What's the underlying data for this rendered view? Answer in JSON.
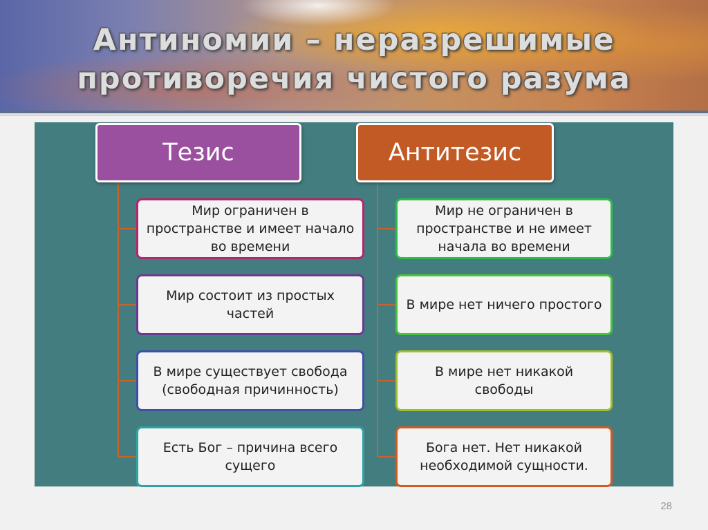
{
  "slide": {
    "title_line1": "Антиномии – неразрешимые",
    "title_line2": "противоречия чистого разума",
    "page_number": "28"
  },
  "columns": {
    "thesis": {
      "heading": "Тезис",
      "items": [
        "Мир ограничен в пространстве и имеет начало во времени",
        "Мир состоит из простых частей",
        "В мире существует свобода (свободная причинность)",
        "Есть Бог – причина всего сущего"
      ]
    },
    "antithesis": {
      "heading": "Антитезис",
      "items": [
        "Мир не ограничен в пространстве и не имеет начала во времени",
        "В мире нет ничего простого",
        "В мире нет никакой свободы",
        "Бога нет. Нет никакой необходимой сущности."
      ]
    }
  },
  "colors": {
    "panel": "#447d7f",
    "thesis_heading": "#9b4f9f",
    "antithesis_heading": "#c25a25",
    "connector": "#c4652e",
    "item_borders": [
      "#b0276b",
      "#6a3a8f",
      "#3f4fa5",
      "#2ea3a3",
      "#2ebd4a",
      "#49c23d",
      "#9fbe2c",
      "#d45a1f"
    ]
  }
}
